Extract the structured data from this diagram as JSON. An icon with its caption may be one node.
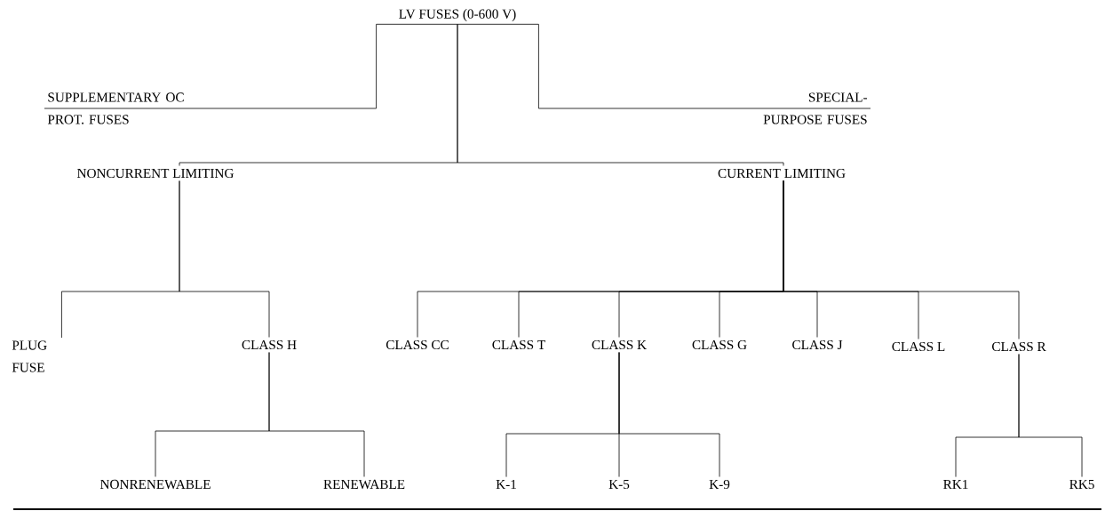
{
  "diagram": {
    "nodes": [
      {
        "text": [
          "LV FUSES (0-600 V)"
        ]
      },
      {
        "text": [
          "SUPPLEMENTARY OC PROT. FUSES"
        ]
      },
      {
        "text": [
          "SPECIAL-PURPOSE FUSES"
        ]
      },
      {
        "text": [
          "NONCURRENT LIMITING"
        ]
      },
      {
        "text": [
          "CURRENT LIMITING"
        ]
      },
      {
        "text": [
          "PLUG FUSE"
        ]
      },
      {
        "text": [
          "CLASS H"
        ]
      },
      {
        "text": [
          "CLASS CC"
        ]
      },
      {
        "text": [
          "CLASS T"
        ]
      },
      {
        "text": [
          "CLASS K"
        ]
      },
      {
        "text": [
          "CLASS G"
        ]
      },
      {
        "text": [
          "CLASS J"
        ]
      },
      {
        "text": [
          "CLASS L"
        ]
      },
      {
        "text": [
          "CLASS R"
        ]
      },
      {
        "text": [
          "NONRENEWABLE"
        ]
      },
      {
        "text": [
          "RENEWABLE"
        ]
      },
      {
        "text": [
          "K-1"
        ]
      },
      {
        "text": [
          "K-5"
        ]
      },
      {
        "text": [
          "K-9"
        ]
      },
      {
        "text": [
          "RK1"
        ]
      },
      {
        "text": [
          "RK5"
        ]
      }
    ],
    "edges": [
      {
        "from": 0,
        "to": 1,
        "arrow": "none"
      },
      {
        "from": 0,
        "to": 2,
        "arrow": "none"
      },
      {
        "from": 0,
        "to": 3,
        "arrow": "none"
      },
      {
        "from": 0,
        "to": 4,
        "arrow": "none"
      },
      {
        "from": 3,
        "to": 5,
        "arrow": "none"
      },
      {
        "from": 3,
        "to": 6,
        "arrow": "none"
      },
      {
        "from": 4,
        "to": 7,
        "arrow": "none"
      },
      {
        "from": 4,
        "to": 8,
        "arrow": "none"
      },
      {
        "from": 4,
        "to": 9,
        "arrow": "none"
      },
      {
        "from": 4,
        "to": 10,
        "arrow": "none"
      },
      {
        "from": 4,
        "to": 11,
        "arrow": "none"
      },
      {
        "from": 4,
        "to": 12,
        "arrow": "none"
      },
      {
        "from": 4,
        "to": 13,
        "arrow": "none"
      },
      {
        "from": 6,
        "to": 14,
        "arrow": "none"
      },
      {
        "from": 6,
        "to": 15,
        "arrow": "none"
      },
      {
        "from": 9,
        "to": 16,
        "arrow": "none"
      },
      {
        "from": 9,
        "to": 17,
        "arrow": "none"
      },
      {
        "from": 9,
        "to": 18,
        "arrow": "none"
      },
      {
        "from": 13,
        "to": 19,
        "arrow": "none"
      },
      {
        "from": 13,
        "to": 20,
        "arrow": "none"
      }
    ]
  }
}
